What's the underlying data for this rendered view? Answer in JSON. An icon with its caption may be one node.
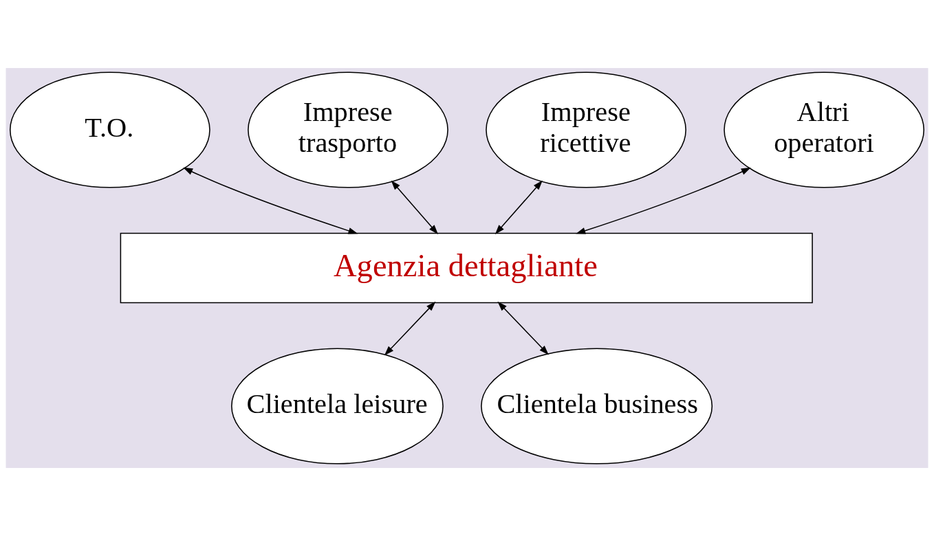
{
  "diagram": {
    "nodes": [
      {
        "text": [
          "T.O."
        ]
      },
      {
        "text": [
          "Imprese trasporto"
        ]
      },
      {
        "text": [
          "Imprese ricettive"
        ]
      },
      {
        "text": [
          "Altri operatori"
        ]
      },
      {
        "text": [
          "Agenzia dettagliante"
        ]
      },
      {
        "text": [
          "Clientela leisure"
        ]
      },
      {
        "text": [
          "Clientela business"
        ]
      }
    ],
    "edges": [
      {
        "from": 0,
        "to": 4,
        "arrow": "both"
      },
      {
        "from": 1,
        "to": 4,
        "arrow": "both"
      },
      {
        "from": 2,
        "to": 4,
        "arrow": "both"
      },
      {
        "from": 3,
        "to": 4,
        "arrow": "both"
      },
      {
        "from": 4,
        "to": 5,
        "arrow": "both"
      },
      {
        "from": 4,
        "to": 6,
        "arrow": "both"
      }
    ]
  }
}
